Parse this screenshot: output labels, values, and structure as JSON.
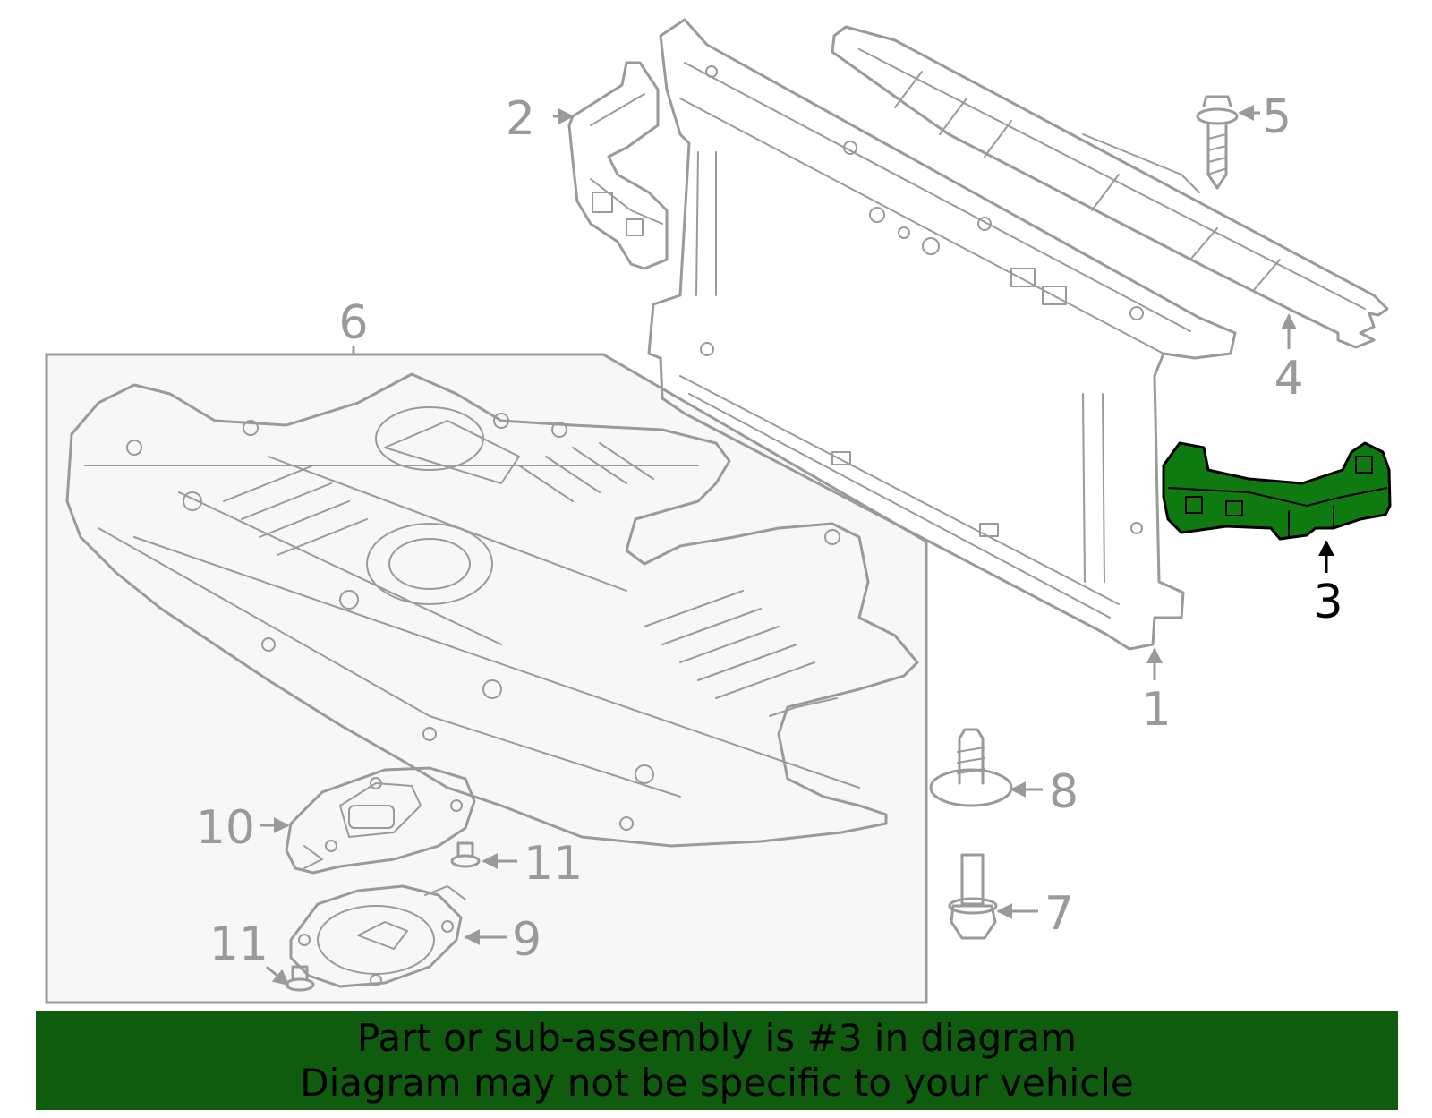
{
  "diagram": {
    "highlight_color": "#0f7a0f",
    "line_color": "#9a9a9a",
    "highlighted_part": "3",
    "callouts": {
      "c1": "1",
      "c2": "2",
      "c3": "3",
      "c4": "4",
      "c5": "5",
      "c6": "6",
      "c7": "7",
      "c8": "8",
      "c9": "9",
      "c10": "10",
      "c11a": "11",
      "c11b": "11"
    }
  },
  "banner": {
    "background": "#0f5c0f",
    "line1": "Part or sub-assembly is #3 in diagram",
    "line2": "Diagram may not be specific to your vehicle"
  }
}
